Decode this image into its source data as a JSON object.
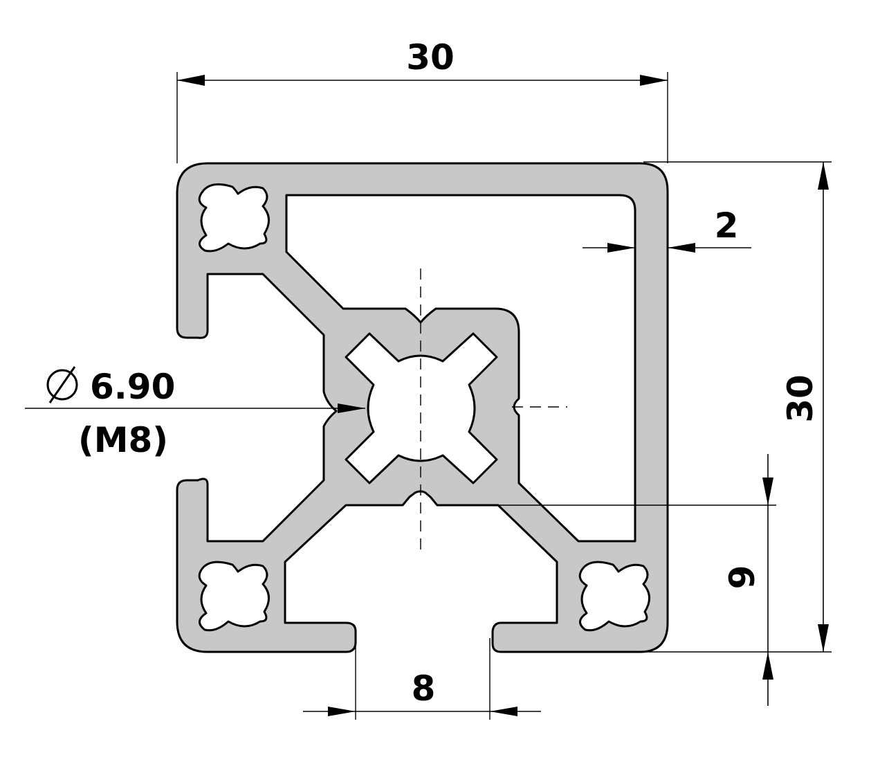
{
  "drawing": {
    "dimensions": {
      "width_top": "30",
      "height_right": "30",
      "wall": "2",
      "slot_opening": "8",
      "slot_offset": "9",
      "bore_diameter": "6.90",
      "bore_thread": "(M8)"
    },
    "symbols": {
      "diameter": "diameter-symbol"
    },
    "colors": {
      "profile_fill": "#c8c8c8",
      "line": "#000000",
      "background": "#ffffff"
    }
  }
}
